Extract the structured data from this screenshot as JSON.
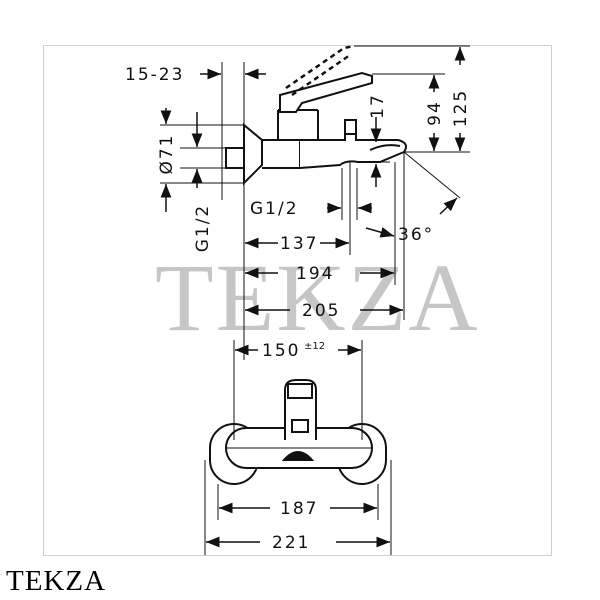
{
  "dimensions": {
    "d_15_23": "15-23",
    "d_125": "125",
    "d_94": "94",
    "d_17": "17",
    "d_71": "Ø71",
    "d_g12_left": "G1/2",
    "d_g12_right": "G1/2",
    "d_36": "36°",
    "d_137": "137",
    "d_194": "194",
    "d_205": "205",
    "d_150": "150",
    "d_150_tol": "±12",
    "d_187": "187",
    "d_221": "221"
  },
  "watermark": "TEKZA",
  "brand": "TEKZA",
  "colors": {
    "line": "#111111",
    "frame": "#cfcfcf",
    "watermark": "#000000"
  }
}
